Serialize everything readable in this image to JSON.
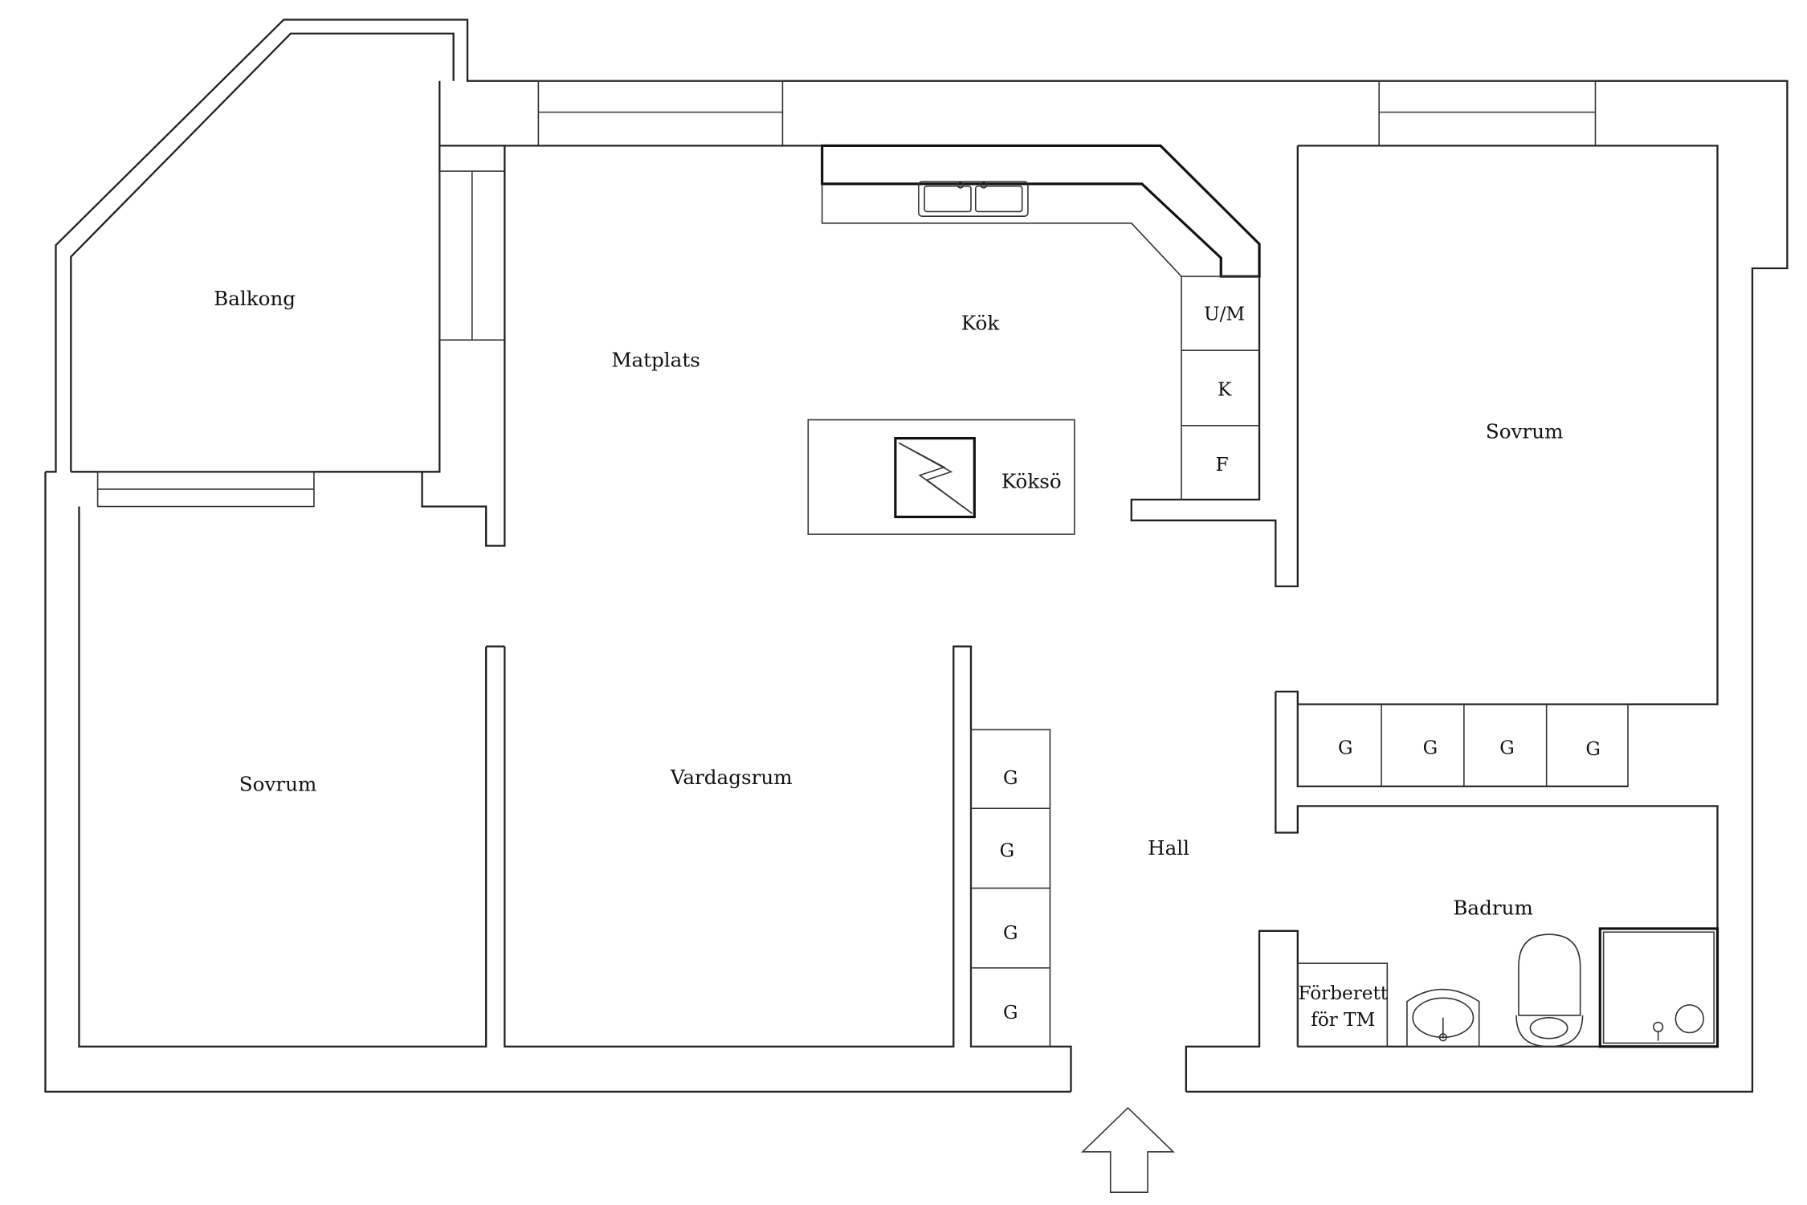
{
  "rooms": {
    "balkong": "Balkong",
    "matplats": "Matplats",
    "kok": "Kök",
    "koksö": "Köksö",
    "sovrum_right": "Sovrum",
    "sovrum_left": "Sovrum",
    "vardagsrum": "Vardagsrum",
    "hall": "Hall",
    "badrum": "Badrum"
  },
  "kitchen_units": {
    "um": "U/M",
    "k": "K",
    "f": "F"
  },
  "wardrobes": {
    "hall_column": [
      "G",
      "G",
      "G",
      "G"
    ],
    "row": [
      "G",
      "G",
      "G",
      "G"
    ]
  },
  "bathroom": {
    "prepared_line1": "Förberett",
    "prepared_line2": "för TM"
  },
  "entrance": "entrance-arrow"
}
